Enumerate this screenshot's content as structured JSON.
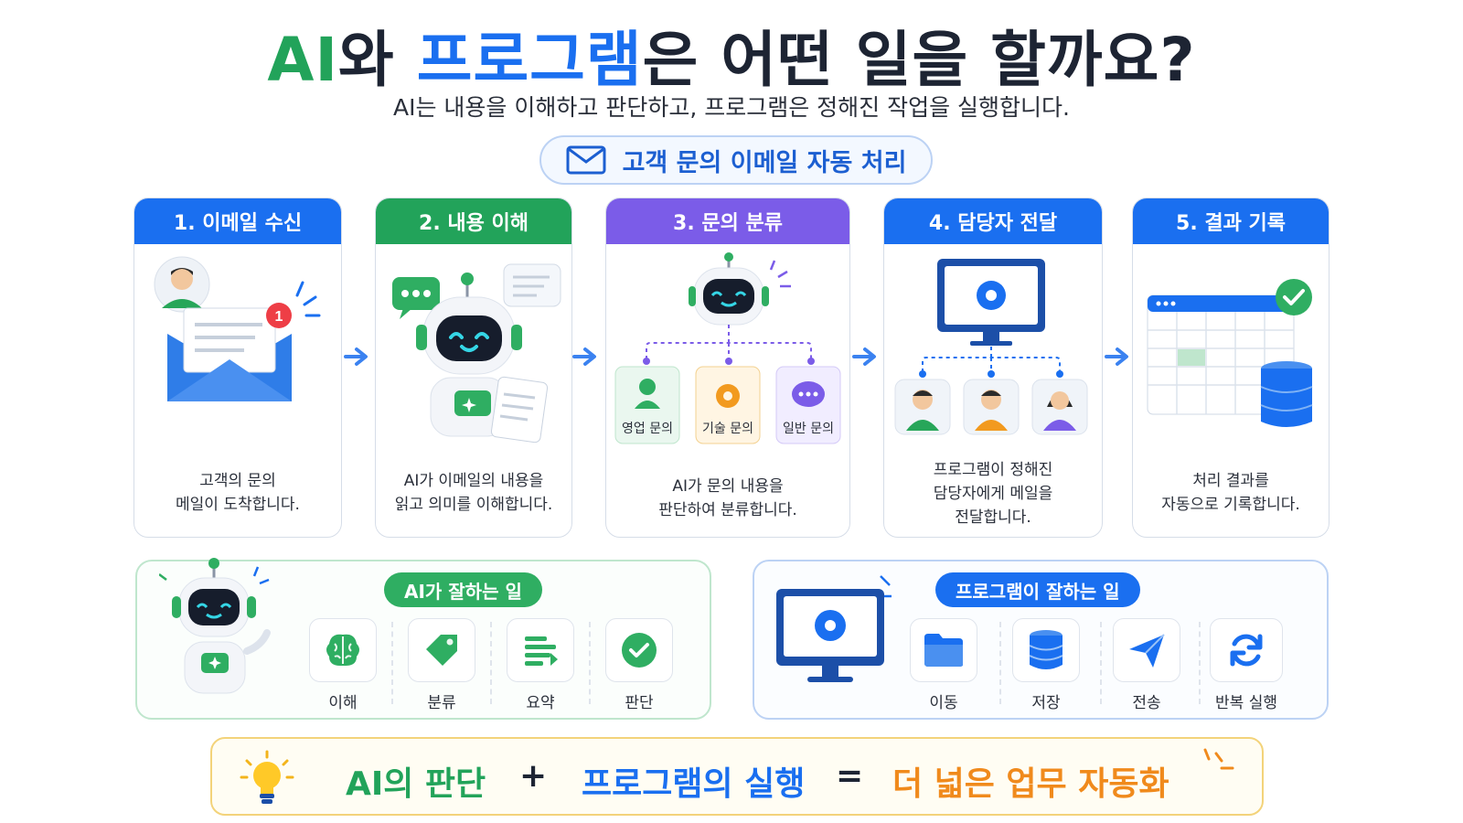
{
  "header": {
    "title_ai": "AI",
    "title_wa": "와 ",
    "title_program": "프로그램",
    "title_rest": "은 어떤 일을 할까요?",
    "subtitle": "AI는 내용을 이해하고 판단하고, 프로그램은 정해진 작업을 실행합니다."
  },
  "scenario": {
    "label": "고객 문의 이메일 자동 처리",
    "icon": "mail-icon"
  },
  "steps": [
    {
      "title": "1. 이메일 수신",
      "desc_line1": "고객의 문의",
      "desc_line2": "메일이 도착합니다.",
      "badge": "1",
      "color": "#1a6ff0"
    },
    {
      "title": "2. 내용 이해",
      "desc_line1": "AI가 이메일의 내용을",
      "desc_line2": "읽고 의미를 이해합니다.",
      "color": "#22a35a"
    },
    {
      "title": "3. 문의 분류",
      "desc_line1": "AI가 문의 내용을",
      "desc_line2": "판단하여 분류합니다.",
      "color": "#7b5ce8",
      "categories": [
        "영업 문의",
        "기술 문의",
        "일반 문의"
      ]
    },
    {
      "title": "4. 담당자 전달",
      "desc_line1": "프로그램이 정해진",
      "desc_line2": "담당자에게 메일을",
      "desc_line3": "전달합니다.",
      "color": "#1a6ff0"
    },
    {
      "title": "5. 결과 기록",
      "desc_line1": "처리 결과를",
      "desc_line2": "자동으로 기록합니다.",
      "color": "#1a6ff0"
    }
  ],
  "ai_panel": {
    "tag": "AI가 잘하는 일",
    "items": [
      {
        "label": "이해",
        "icon": "brain-icon"
      },
      {
        "label": "분류",
        "icon": "tag-icon"
      },
      {
        "label": "요약",
        "icon": "summary-icon"
      },
      {
        "label": "판단",
        "icon": "check-circle-icon"
      }
    ]
  },
  "program_panel": {
    "tag": "프로그램이 잘하는 일",
    "items": [
      {
        "label": "이동",
        "icon": "folder-icon"
      },
      {
        "label": "저장",
        "icon": "database-icon"
      },
      {
        "label": "전송",
        "icon": "send-icon"
      },
      {
        "label": "반복 실행",
        "icon": "refresh-icon"
      }
    ]
  },
  "footer": {
    "ai_judgment": "AI의 판단",
    "plus": "+",
    "program_execution": "프로그램의 실행",
    "equals": "=",
    "result": "더 넓은 업무 자동화"
  },
  "colors": {
    "green": "#22a35a",
    "blue": "#1a6ff0",
    "purple": "#7b5ce8",
    "orange": "#f08a1c",
    "dark": "#1d2433"
  }
}
